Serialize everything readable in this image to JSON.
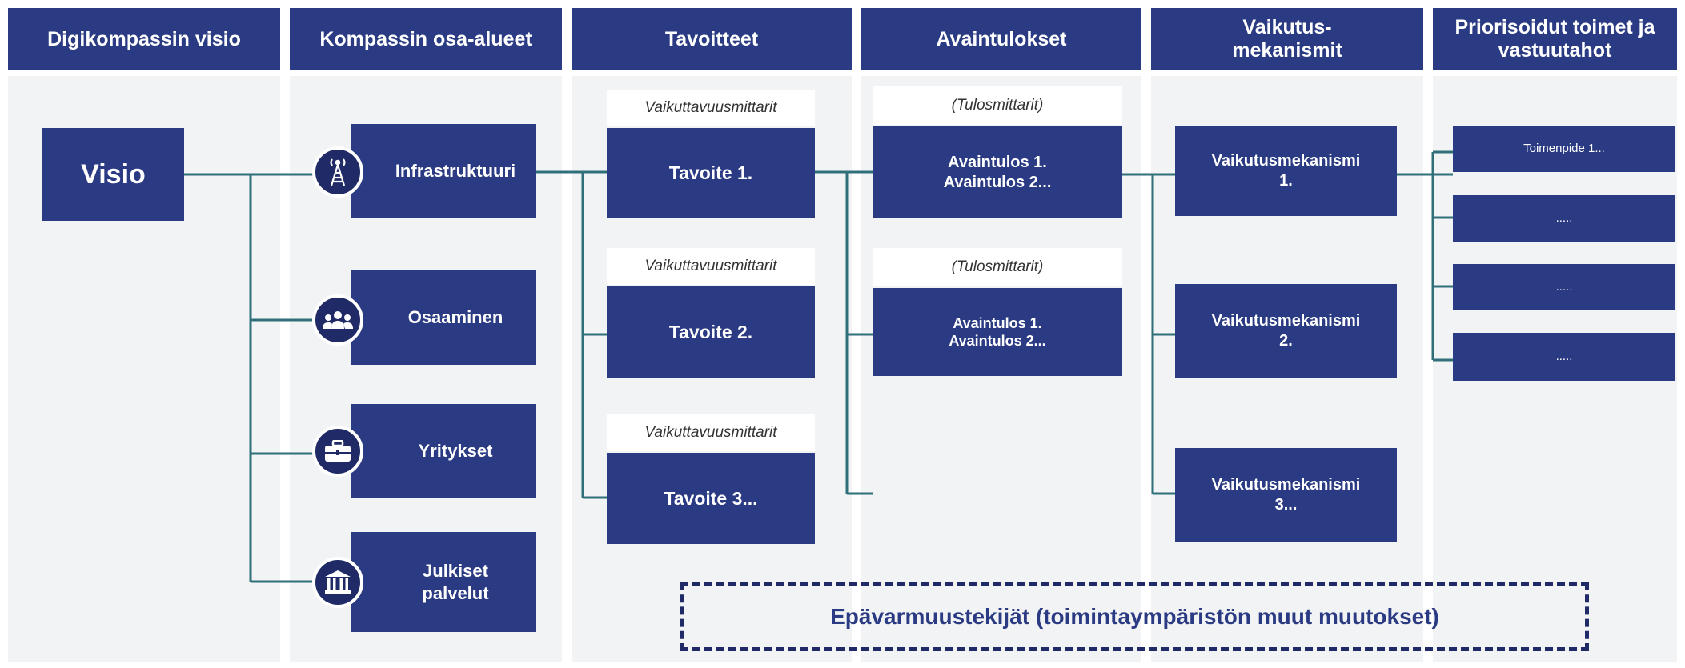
{
  "headers": [
    "Digikompassin visio",
    "Kompassin osa-alueet",
    "Tavoitteet",
    "Avaintulokset",
    "Vaikutus-\nmekanismit",
    "Priorisoidut toimet ja\nvastuutahot"
  ],
  "vision": "Visio",
  "areas": [
    "Infrastruktuuri",
    "Osaaminen",
    "Yritykset",
    "Julkiset\npalvelut"
  ],
  "area_icons": [
    "antenna-tower-icon",
    "people-group-icon",
    "briefcase-icon",
    "government-building-icon"
  ],
  "goal_metric": "Vaikuttavuusmittarit",
  "goals": [
    "Tavoite 1.",
    "Tavoite 2.",
    "Tavoite 3..."
  ],
  "result_metric": "(Tulosmittarit)",
  "results": [
    "Avaintulos 1.\nAvaintulos 2...",
    "Avaintulos 1.\nAvaintulos 2..."
  ],
  "mechanisms": [
    "Vaikutusmekanismi\n1.",
    "Vaikutusmekanismi\n2.",
    "Vaikutusmekanismi\n3..."
  ],
  "actions": [
    "Toimenpide 1...",
    ".....",
    ".....",
    "....."
  ],
  "uncertainty": "Epävarmuustekijät (toimintaympäristön muut muutokset)",
  "colors": {
    "box": "#2b3b83",
    "line": "#2f6f7a",
    "column_bg": "#f2f3f4"
  }
}
